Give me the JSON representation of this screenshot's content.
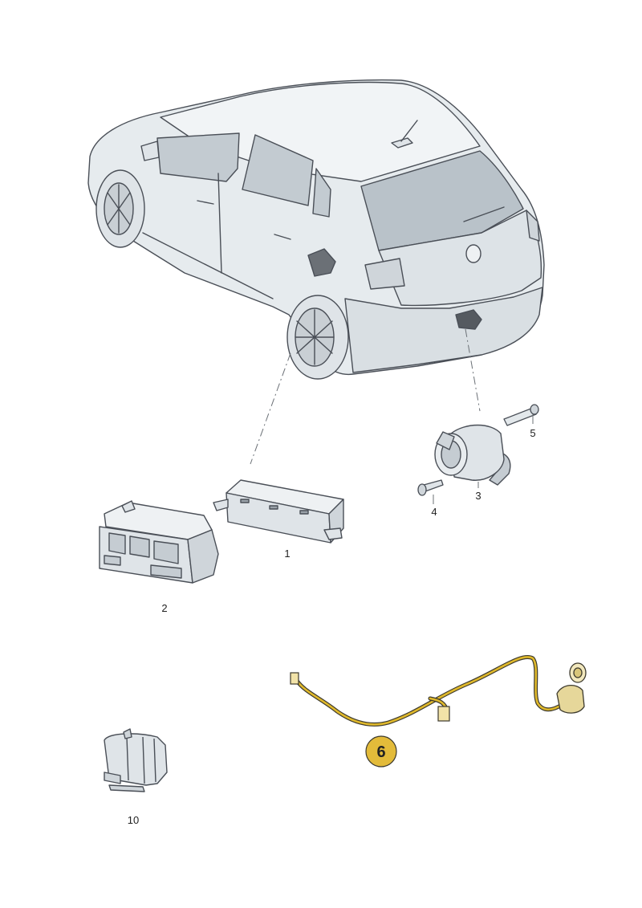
{
  "callouts": {
    "c1": "1",
    "c2": "2",
    "c3": "3",
    "c4": "4",
    "c5": "5",
    "c6": "6",
    "c10": "10"
  },
  "colors": {
    "line": "#4a4f57",
    "body": "#e6ebee",
    "body_shade": "#d2d8dd",
    "glass": "#b9c2c9",
    "dark": "#555a60",
    "harness": "#e0b92b",
    "harness_outline": "#3d3a2e",
    "badge_fill": "#e3bb3a"
  },
  "icons": [
    "car-icon",
    "control-unit-icon",
    "relay-box-icon",
    "socket-icon",
    "bolt-icon",
    "screw-icon",
    "wiring-harness-icon",
    "plug-icon"
  ]
}
